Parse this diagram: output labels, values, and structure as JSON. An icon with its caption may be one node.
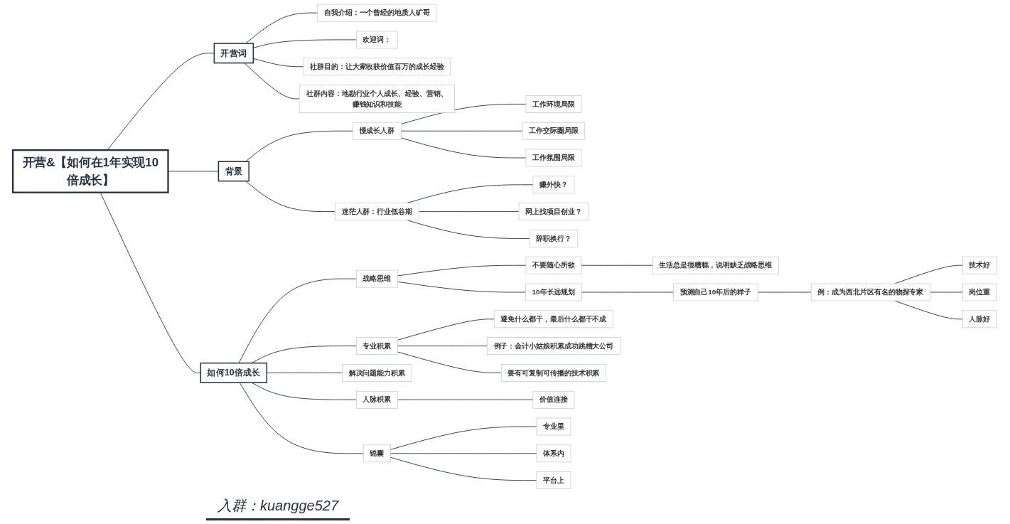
{
  "diagram": {
    "nodes": [
      {
        "text": [
          "开营&【如何在1年实现10倍成长】"
        ]
      },
      {
        "text": [
          "开营词"
        ]
      },
      {
        "text": [
          "自我介绍：一个曾经的地质人矿哥"
        ]
      },
      {
        "text": [
          "欢迎词："
        ]
      },
      {
        "text": [
          "社群目的：让大家收获价值百万的成长经验"
        ]
      },
      {
        "text": [
          "社群内容：地勘行业个人成长、经验、营销、赚钱知识和技能"
        ]
      },
      {
        "text": [
          "背景"
        ]
      },
      {
        "text": [
          "慢成长人群"
        ]
      },
      {
        "text": [
          "工作环境局限"
        ]
      },
      {
        "text": [
          "工作交际圈局限"
        ]
      },
      {
        "text": [
          "工作氛围局限"
        ]
      },
      {
        "text": [
          "迷茫人群：行业低谷期"
        ]
      },
      {
        "text": [
          "赚外快？"
        ]
      },
      {
        "text": [
          "网上找项目创业？"
        ]
      },
      {
        "text": [
          "辞职换行？"
        ]
      },
      {
        "text": [
          "如何10倍成长"
        ]
      },
      {
        "text": [
          "战略思维"
        ]
      },
      {
        "text": [
          "不要随心所欲"
        ]
      },
      {
        "text": [
          "生活总是很糟糕，说明缺乏战略思维"
        ]
      },
      {
        "text": [
          "10年长远规划"
        ]
      },
      {
        "text": [
          "预测自己10年后的样子"
        ]
      },
      {
        "text": [
          "例：成为西北片区有名的物探专家"
        ]
      },
      {
        "text": [
          "技术好"
        ]
      },
      {
        "text": [
          "岗位重"
        ]
      },
      {
        "text": [
          "人脉好"
        ]
      },
      {
        "text": [
          "专业积累"
        ]
      },
      {
        "text": [
          "避免什么都干，最后什么都干不成"
        ]
      },
      {
        "text": [
          "例子：会计小姑娘积累成功跳槽大公司"
        ]
      },
      {
        "text": [
          "要有可复制可传播的技术积累"
        ]
      },
      {
        "text": [
          "解决问题能力积累"
        ]
      },
      {
        "text": [
          "人脉积累"
        ]
      },
      {
        "text": [
          "价值连接"
        ]
      },
      {
        "text": [
          "锦囊"
        ]
      },
      {
        "text": [
          "专业里"
        ]
      },
      {
        "text": [
          "体系内"
        ]
      },
      {
        "text": [
          "平台上"
        ]
      }
    ],
    "edges": [
      {
        "from": 0,
        "to": 1,
        "arrow": "none"
      },
      {
        "from": 1,
        "to": 2,
        "arrow": "none"
      },
      {
        "from": 1,
        "to": 3,
        "arrow": "none"
      },
      {
        "from": 1,
        "to": 4,
        "arrow": "none"
      },
      {
        "from": 1,
        "to": 5,
        "arrow": "none"
      },
      {
        "from": 0,
        "to": 6,
        "arrow": "none"
      },
      {
        "from": 6,
        "to": 7,
        "arrow": "none"
      },
      {
        "from": 7,
        "to": 8,
        "arrow": "none"
      },
      {
        "from": 7,
        "to": 9,
        "arrow": "none"
      },
      {
        "from": 7,
        "to": 10,
        "arrow": "none"
      },
      {
        "from": 6,
        "to": 11,
        "arrow": "none"
      },
      {
        "from": 11,
        "to": 12,
        "arrow": "none"
      },
      {
        "from": 11,
        "to": 13,
        "arrow": "none"
      },
      {
        "from": 11,
        "to": 14,
        "arrow": "none"
      },
      {
        "from": 0,
        "to": 15,
        "arrow": "none"
      },
      {
        "from": 15,
        "to": 16,
        "arrow": "none"
      },
      {
        "from": 16,
        "to": 17,
        "arrow": "none"
      },
      {
        "from": 17,
        "to": 18,
        "arrow": "none"
      },
      {
        "from": 16,
        "to": 19,
        "arrow": "none"
      },
      {
        "from": 19,
        "to": 20,
        "arrow": "none"
      },
      {
        "from": 20,
        "to": 21,
        "arrow": "none"
      },
      {
        "from": 21,
        "to": 22,
        "arrow": "none"
      },
      {
        "from": 21,
        "to": 23,
        "arrow": "none"
      },
      {
        "from": 21,
        "to": 24,
        "arrow": "none"
      },
      {
        "from": 15,
        "to": 25,
        "arrow": "none"
      },
      {
        "from": 25,
        "to": 26,
        "arrow": "none"
      },
      {
        "from": 25,
        "to": 27,
        "arrow": "none"
      },
      {
        "from": 25,
        "to": 28,
        "arrow": "none"
      },
      {
        "from": 15,
        "to": 29,
        "arrow": "none"
      },
      {
        "from": 15,
        "to": 30,
        "arrow": "none"
      },
      {
        "from": 30,
        "to": 31,
        "arrow": "none"
      },
      {
        "from": 15,
        "to": 32,
        "arrow": "none"
      },
      {
        "from": 32,
        "to": 33,
        "arrow": "none"
      },
      {
        "from": 32,
        "to": 34,
        "arrow": "none"
      },
      {
        "from": 32,
        "to": 35,
        "arrow": "none"
      }
    ],
    "labels": [
      "入群：kuangge527"
    ]
  }
}
